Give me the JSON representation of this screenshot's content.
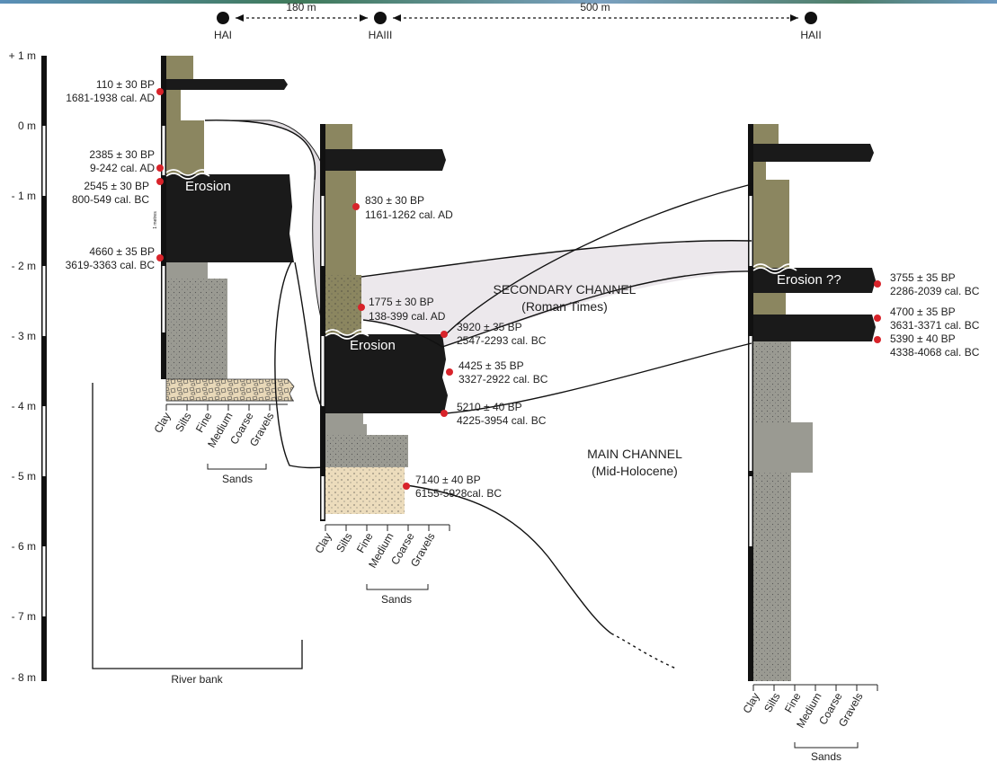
{
  "sites": [
    {
      "id": "hai",
      "label": "HAI"
    },
    {
      "id": "haiii",
      "label": "HAIII"
    },
    {
      "id": "haii",
      "label": "HAII"
    }
  ],
  "distances": {
    "d1": "180 m",
    "d2": "500 m"
  },
  "scale_ticks": [
    "+ 1 m",
    "0 m",
    "- 1 m",
    "- 2 m",
    "- 3 m",
    "- 4 m",
    "- 5 m",
    "- 6 m",
    "- 7 m",
    "- 8 m"
  ],
  "scale_note": "1 metres",
  "grain_labels": [
    "Clay",
    "Silts",
    "Fine",
    "Medium",
    "Coarse",
    "Gravels"
  ],
  "sands_label": "Sands",
  "river_bank_label": "River bank",
  "channels": {
    "secondary": {
      "name": "SECONDARY CHANNEL",
      "period": "(Roman Times)"
    },
    "main": {
      "name": "MAIN CHANNEL",
      "period": "(Mid-Holocene)"
    }
  },
  "erosion_labels": [
    "Erosion",
    "Erosion",
    "Erosion ??"
  ],
  "dates": [
    {
      "bp": "110 ± 30 BP",
      "cal": "1681-1938 cal. AD"
    },
    {
      "bp": "2385 ± 30 BP",
      "cal": "9-242 cal. AD"
    },
    {
      "bp": "2545 ± 30 BP",
      "cal": "800-549 cal. BC"
    },
    {
      "bp": "4660 ± 35 BP",
      "cal": "3619-3363 cal. BC"
    },
    {
      "bp": "830 ± 30 BP",
      "cal": "1161-1262 cal. AD"
    },
    {
      "bp": "1775 ± 30 BP",
      "cal": "138-399 cal. AD"
    },
    {
      "bp": "3920 ± 35 BP",
      "cal": "2547-2293 cal. BC"
    },
    {
      "bp": "4425 ± 35 BP",
      "cal": "3327-2922 cal. BC"
    },
    {
      "bp": "5210 ± 40 BP",
      "cal": "4225-3954 cal. BC"
    },
    {
      "bp": "7140 ± 40 BP",
      "cal": "6155-5928cal. BC"
    },
    {
      "bp": "3755 ± 35 BP",
      "cal": "2286-2039 cal. BC"
    },
    {
      "bp": "4700 ± 35 BP",
      "cal": "3631-3371 cal. BC"
    },
    {
      "bp": "5390 ± 40 BP",
      "cal": "4338-4068 cal. BC"
    }
  ],
  "colors": {
    "silt": "#8b8660",
    "peat": "#1a1a1a",
    "grey_sand": "#9a9a92",
    "fine_sand": "#ecdcbc",
    "gravel": "#e8d8b8",
    "secondary_fill": "#ece8ec",
    "roman_fill": "#e0dce0",
    "dot": "#d8232a"
  }
}
